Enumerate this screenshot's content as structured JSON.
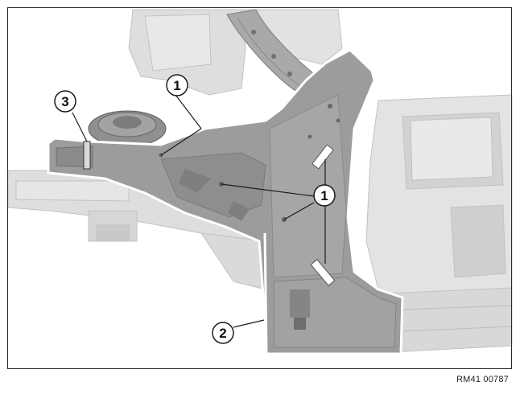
{
  "figure": {
    "reference_code": "RM41 00787",
    "callouts": [
      {
        "label": "1"
      },
      {
        "label": "1"
      },
      {
        "label": "2"
      },
      {
        "label": "3"
      }
    ]
  },
  "colors": {
    "background_parts": "#dcdcdc",
    "highlighted_part": "#9a9a9a",
    "outline": "#ffffff",
    "callout_stroke": "#1a1a1a"
  }
}
